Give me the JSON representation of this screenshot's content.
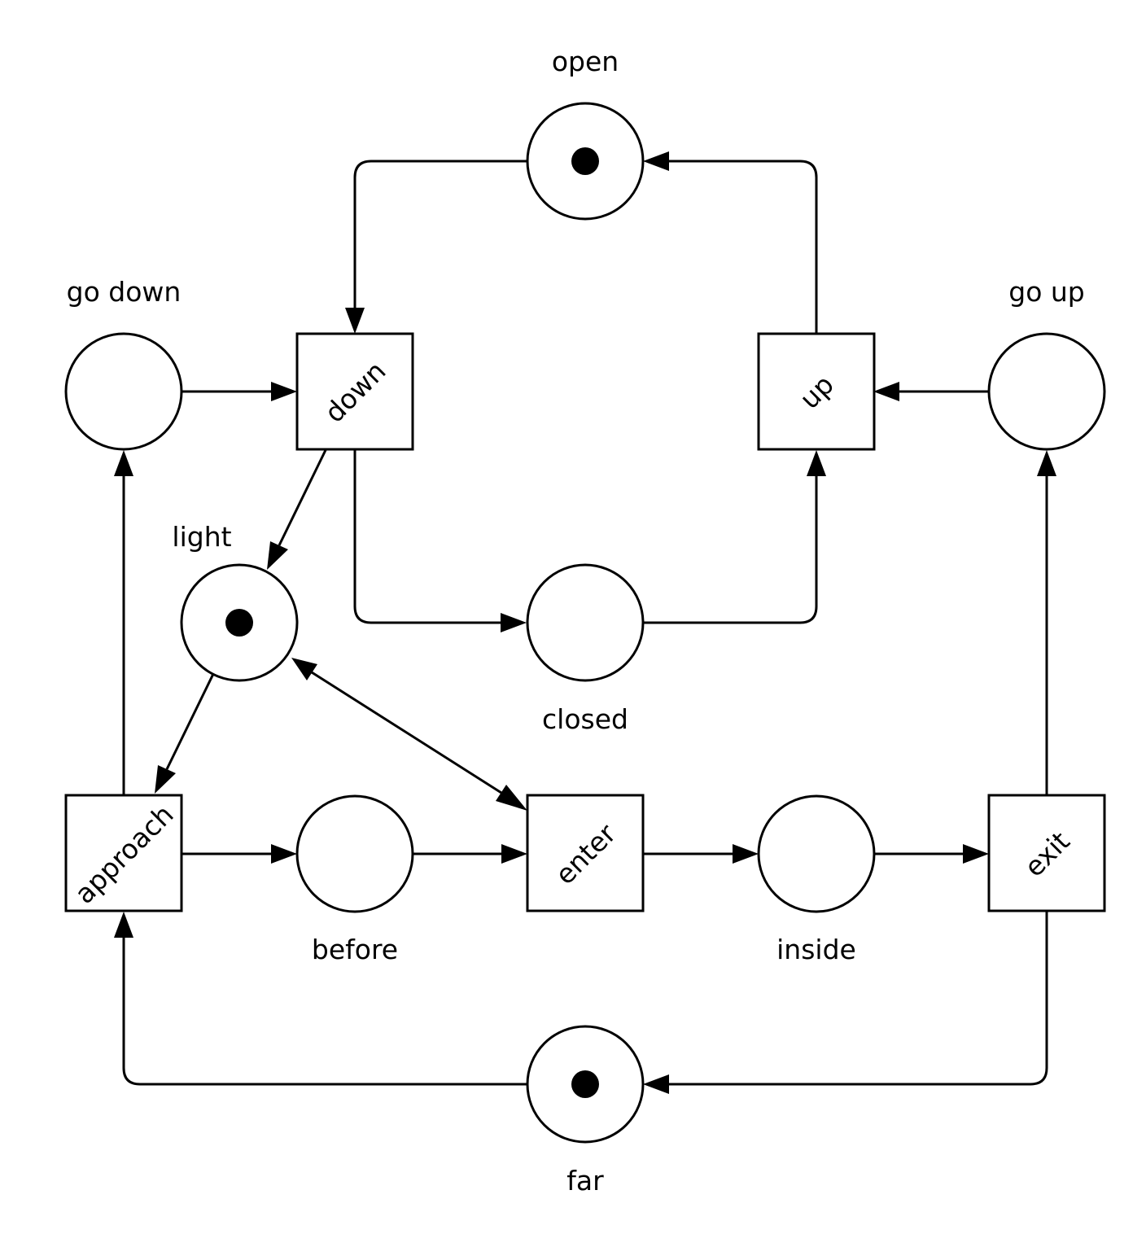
{
  "places": [
    {
      "id": "open",
      "label": "open",
      "tokens": 1
    },
    {
      "id": "go_down",
      "label": "go down",
      "tokens": 0
    },
    {
      "id": "go_up",
      "label": "go up",
      "tokens": 0
    },
    {
      "id": "light",
      "label": "light",
      "tokens": 1
    },
    {
      "id": "closed",
      "label": "closed",
      "tokens": 0
    },
    {
      "id": "before",
      "label": "before",
      "tokens": 0
    },
    {
      "id": "inside",
      "label": "inside",
      "tokens": 0
    },
    {
      "id": "far",
      "label": "far",
      "tokens": 1
    }
  ],
  "transitions": [
    {
      "id": "down",
      "label": "down"
    },
    {
      "id": "up",
      "label": "up"
    },
    {
      "id": "approach",
      "label": "approach"
    },
    {
      "id": "enter",
      "label": "enter"
    },
    {
      "id": "exit",
      "label": "exit"
    }
  ],
  "arcs": [
    {
      "from": "open",
      "to": "down"
    },
    {
      "from": "up",
      "to": "open"
    },
    {
      "from": "go_down",
      "to": "down"
    },
    {
      "from": "go_up",
      "to": "up"
    },
    {
      "from": "down",
      "to": "light"
    },
    {
      "from": "down",
      "to": "closed"
    },
    {
      "from": "closed",
      "to": "up"
    },
    {
      "from": "light",
      "to": "approach"
    },
    {
      "from": "light",
      "to": "enter",
      "bidirectional": true
    },
    {
      "from": "approach",
      "to": "go_down"
    },
    {
      "from": "approach",
      "to": "before"
    },
    {
      "from": "before",
      "to": "enter"
    },
    {
      "from": "enter",
      "to": "inside"
    },
    {
      "from": "inside",
      "to": "exit"
    },
    {
      "from": "exit",
      "to": "go_up"
    },
    {
      "from": "exit",
      "to": "far"
    },
    {
      "from": "far",
      "to": "approach"
    }
  ]
}
